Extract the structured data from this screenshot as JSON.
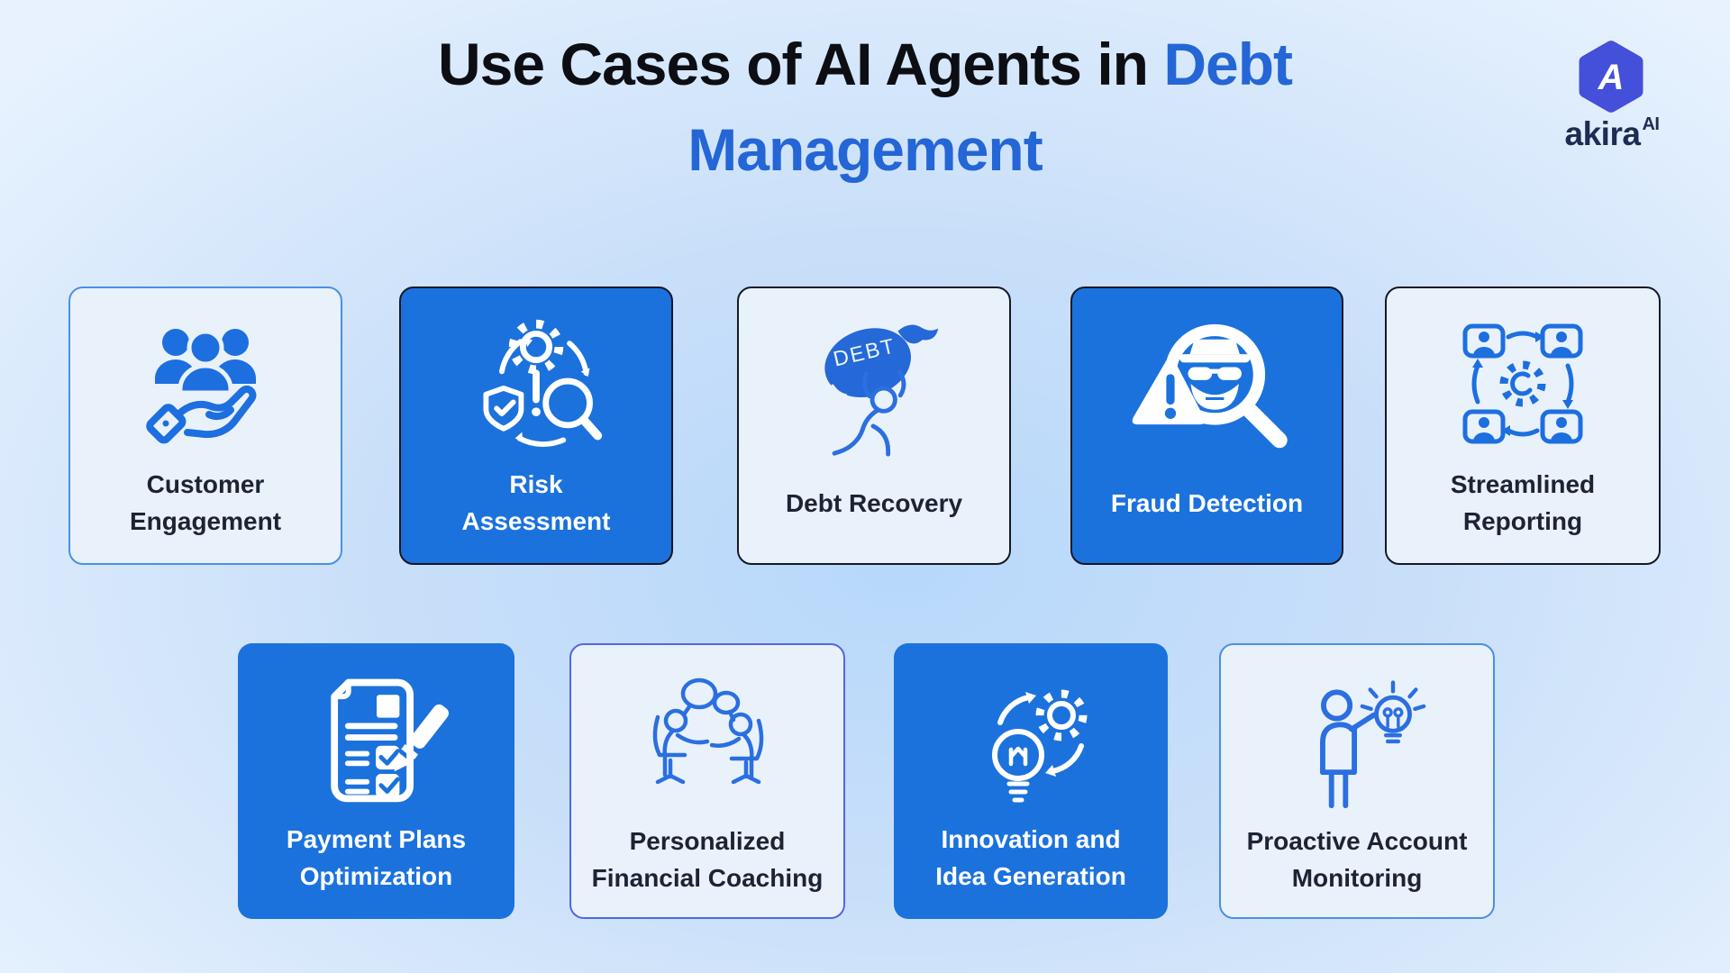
{
  "title": {
    "part1": "Use Cases of AI Agents in",
    "part2": "Debt",
    "part3": "Management"
  },
  "logo": {
    "brand": "akira",
    "superscript": "AI",
    "monogram": "A"
  },
  "colors": {
    "card_blue": "#1b72dd",
    "title_blue": "#2566d6",
    "icon_blue": "#1d6fe0",
    "light_card_bg": "#e9f1fb",
    "dark_text": "#1c2433",
    "logo_indigo": "#4450d9",
    "logo_navy": "#1e2b52"
  },
  "cards": [
    {
      "id": "customer-engagement",
      "line1": "Customer",
      "line2": "Engagement"
    },
    {
      "id": "risk-assessment",
      "line1": "Risk",
      "line2": "Assessment"
    },
    {
      "id": "debt-recovery",
      "line1": "Debt Recovery",
      "line2": ""
    },
    {
      "id": "fraud-detection",
      "line1": "Fraud Detection",
      "line2": ""
    },
    {
      "id": "streamlined-reporting",
      "line1": "Streamlined",
      "line2": "Reporting"
    },
    {
      "id": "payment-plans-optimization",
      "line1": "Payment Plans",
      "line2": "Optimization"
    },
    {
      "id": "personalized-financial-coaching",
      "line1": "Personalized",
      "line2": "Financial Coaching"
    },
    {
      "id": "innovation-idea-generation",
      "line1": "Innovation and",
      "line2": "Idea Generation"
    },
    {
      "id": "proactive-account-monitoring",
      "line1": "Proactive Account",
      "line2": "Monitoring"
    }
  ],
  "icon_text": {
    "debt_bag_label": "DEBT"
  }
}
